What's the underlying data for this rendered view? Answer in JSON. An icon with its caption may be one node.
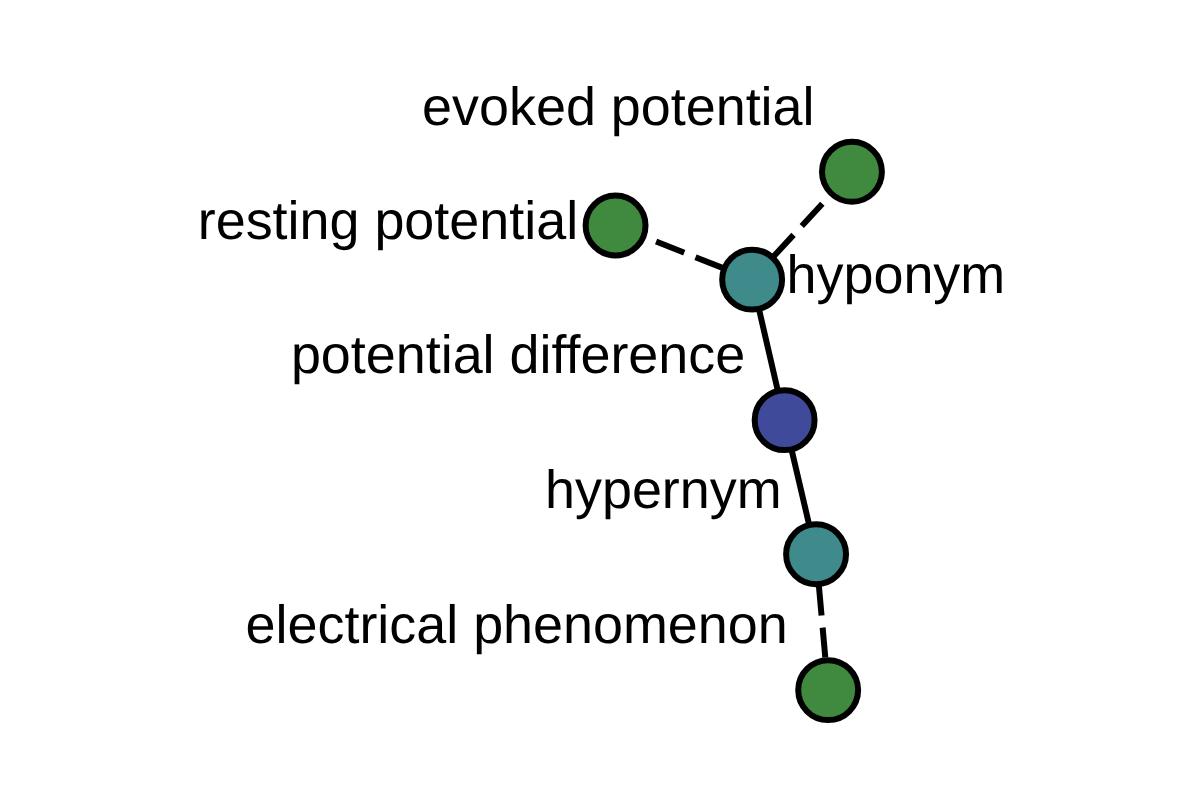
{
  "diagram": {
    "nodes": [
      {
        "text": [
          "electrical phenomenon"
        ]
      },
      {
        "text": [
          "hypernym"
        ]
      },
      {
        "text": [
          "potential difference"
        ]
      },
      {
        "text": [
          "evoked potential"
        ]
      },
      {
        "text": [
          "hyponym"
        ]
      },
      {
        "text": [
          "resting potential"
        ]
      }
    ],
    "edges": [
      {
        "from": 1,
        "to": 0,
        "arrow": "none",
        "style": "dashed"
      },
      {
        "from": 2,
        "to": 1,
        "arrow": "none"
      },
      {
        "from": 2,
        "to": 4,
        "arrow": "none"
      },
      {
        "from": 4,
        "to": 3,
        "arrow": "none",
        "style": "dashed"
      },
      {
        "from": 4,
        "to": 5,
        "arrow": "none",
        "style": "dashed"
      }
    ]
  }
}
